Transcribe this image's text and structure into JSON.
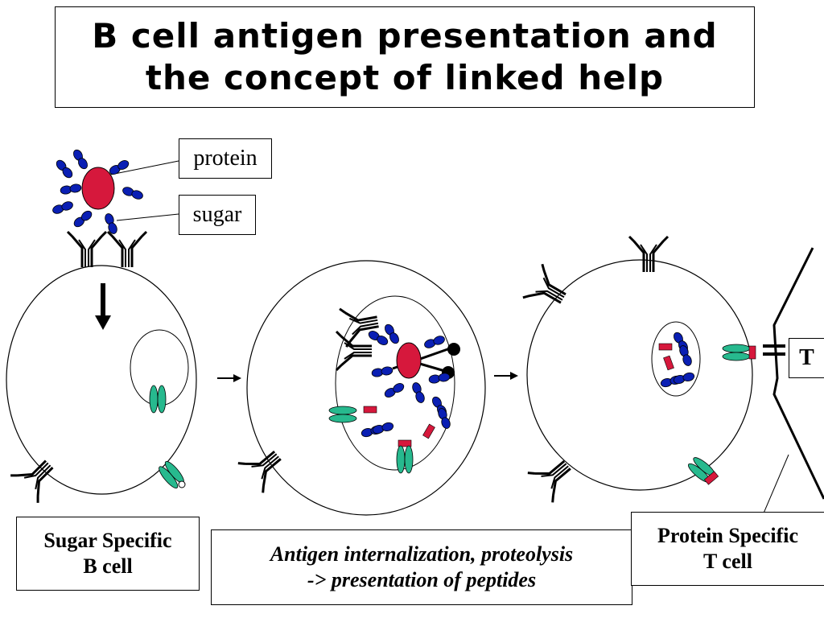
{
  "title": {
    "line1": "B cell antigen presentation and",
    "line2": "the concept of linked help"
  },
  "labels": {
    "protein": "protein",
    "sugar": "sugar",
    "t_box": "T"
  },
  "captions": {
    "b_cell_line1": "Sugar Specific",
    "b_cell_line2": "B cell",
    "process_line1": "Antigen internalization, proteolysis",
    "process_line2": "-> presentation of peptides",
    "t_cell_line1": "Protein Specific",
    "t_cell_line2": "T cell"
  },
  "colors": {
    "sugar": "#0a1fb4",
    "protein": "#d6183c",
    "mhc": "#27b98e",
    "outline": "#000000"
  }
}
